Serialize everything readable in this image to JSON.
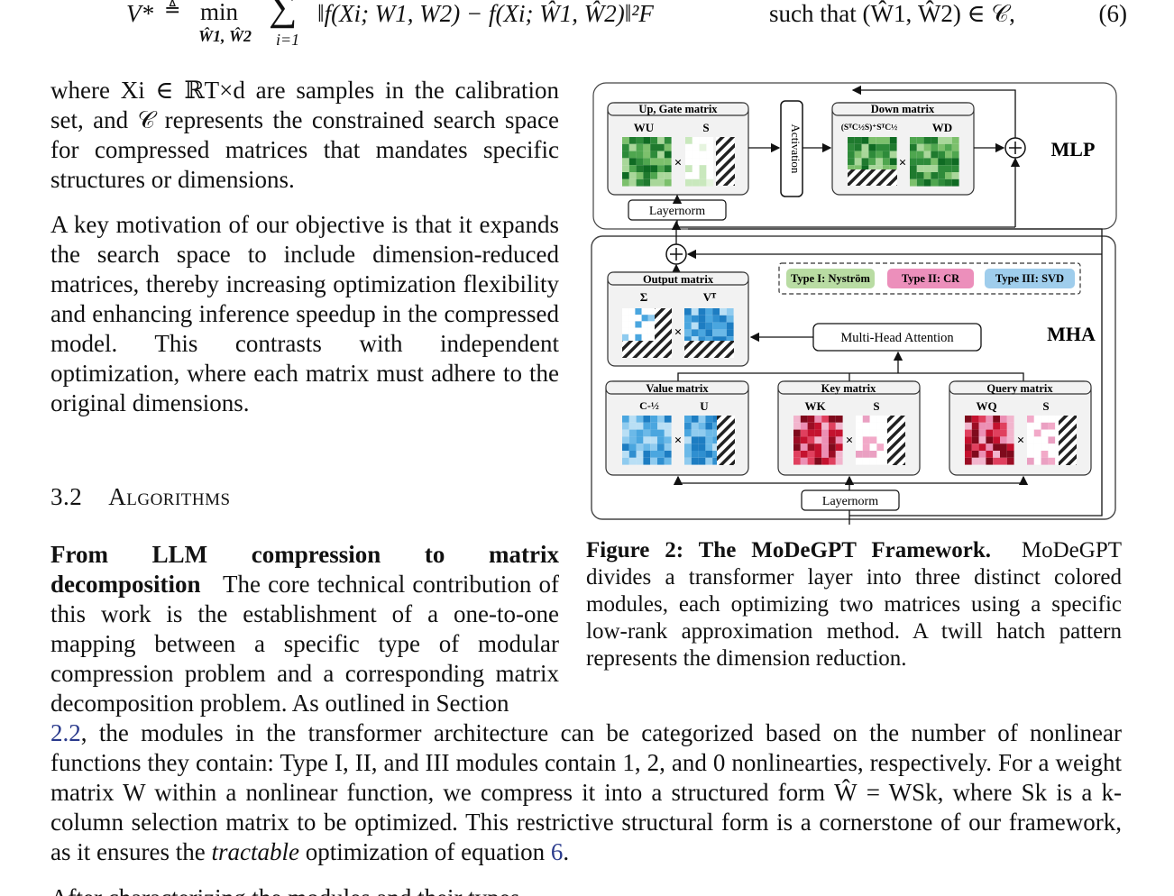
{
  "equation": {
    "lhs": "V*",
    "definition_symbol": "≜",
    "min_label": "min",
    "min_subscript": "Ŵ1, Ŵ2",
    "sum_symbol": "∑",
    "sum_lower": "i=1",
    "body": "‖f(Xi; W1, W2) − f(Xi; Ŵ1, Ŵ2)‖²F",
    "constraint": "such that (Ŵ1, Ŵ2) ∈ 𝒞,",
    "number": "(6)"
  },
  "para1": "where Xi ∈ ℝT×d are samples in the calibration set, and 𝒞 represents the constrained search space for compressed matrices that mandates specific structures or dimensions.",
  "para2": "A key motivation of our objective is that it expands the search space to include dimension-reduced matrices, thereby increasing optimization flexibility and enhancing inference speedup in the compressed model. This contrasts with independent optimization, where each matrix must adhere to the original dimensions.",
  "section": {
    "number": "3.2",
    "title": "Algorithms"
  },
  "para3": {
    "heading": "From LLM compression to matrix decomposition",
    "text_left": "The core technical contribution of this work is the establishment of a one-to-one mapping between a specific type of modular compression problem and a corresponding matrix decomposition problem. As outlined in Section",
    "link": "2.2",
    "text_full_1": ", the modules in the transformer architecture can be categorized based on the number of nonlinear functions they contain: Type I, II, and III modules contain 1, 2, and 0 nonlinearties, respectively. For a weight matrix W within a nonlinear function, we compress it into a structured form Ŵ = WSk, where Sk is a k-column selection matrix to be optimized. This restrictive structural form is a cornerstone of our framework, as it ensures the",
    "emph": "tractable",
    "text_full_2": "optimization of equation",
    "eq_link": "6",
    "end": "."
  },
  "caption": {
    "label": "Figure 2: The MoDeGPT Framework.",
    "text": "MoDeGPT divides a transformer layer into three distinct colored modules, each optimizing two matrices using a specific low-rank approximation method. A twill hatch pattern represents the dimension reduction."
  },
  "figure": {
    "mlp_label": "MLP",
    "mha_label": "MHA",
    "up_gate_title": "Up, Gate matrix",
    "up_gate_w": "WU",
    "up_gate_s": "S",
    "activation": "Activation",
    "down_title": "Down matrix",
    "down_left": "(SᵀC½S)⁺SᵀC½",
    "down_w": "WD",
    "layernorm_top": "Layernorm",
    "layernorm_bottom": "Layernorm",
    "output_title": "Output matrix",
    "output_sigma": "Σ",
    "output_vt": "Vᵀ",
    "legend": [
      "Type I: Nyström",
      "Type II: CR",
      "Type III: SVD"
    ],
    "mha_box": "Multi-Head Attention",
    "value_title": "Value matrix",
    "value_c": "C-½",
    "value_u": "U",
    "key_title": "Key matrix",
    "key_w": "WK",
    "key_s": "S",
    "query_title": "Query matrix",
    "query_w": "WQ",
    "query_s": "S",
    "colors": {
      "green": "#2e8b3a",
      "pink": "#e36aa3",
      "blue": "#4aa6df",
      "red": "#c4122f",
      "legend_green": "#b9dca3",
      "legend_pink": "#ec8fbb",
      "legend_blue": "#9fcdec"
    }
  },
  "bottom_cut": "After characterizing the modules and their types"
}
